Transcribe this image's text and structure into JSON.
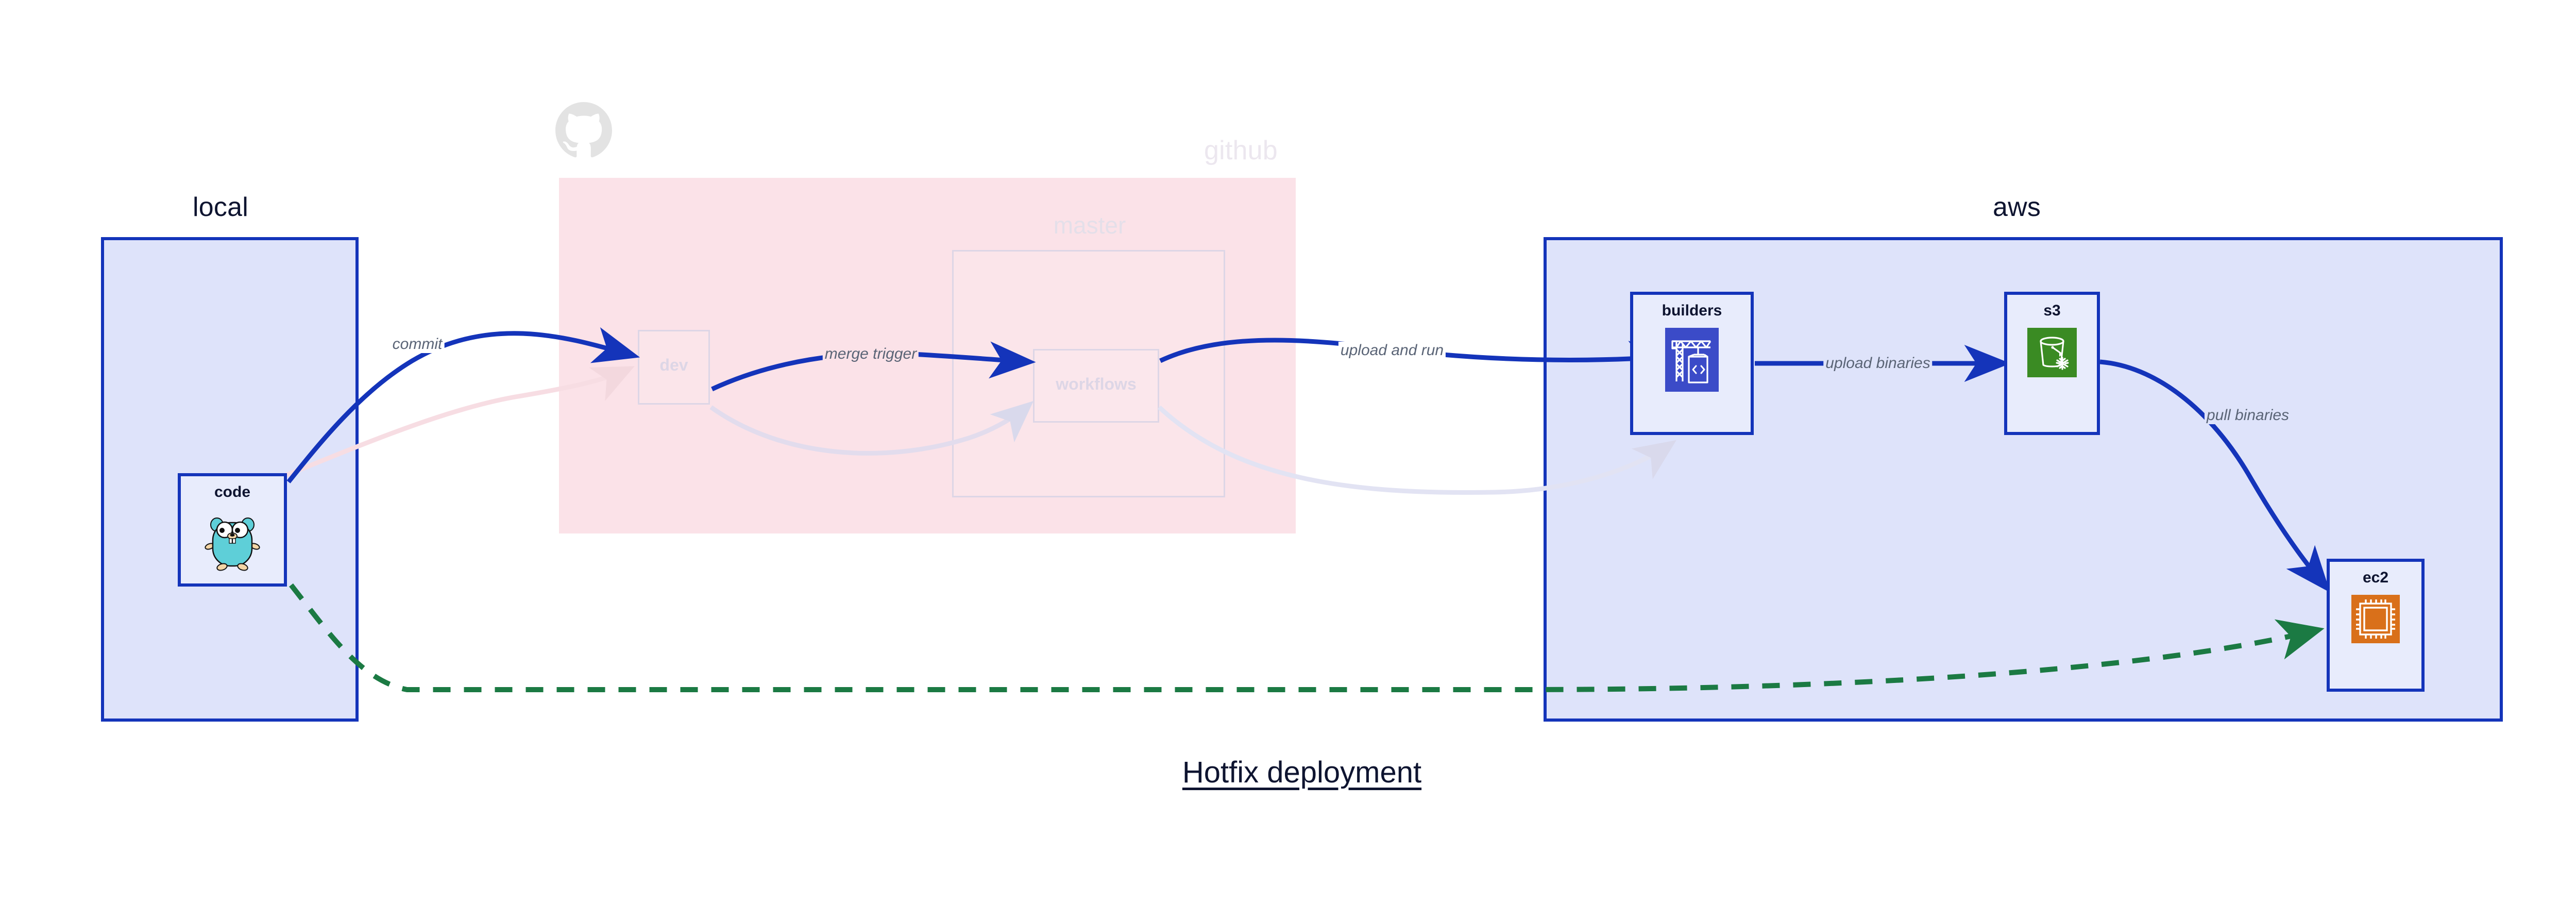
{
  "diagram": {
    "caption": "Hotfix deployment",
    "accent_blue": "#1434ba",
    "group_fill_blue": "#dee3fa",
    "group_fill_pink": "#fbe2e8",
    "node_fill": "#e8ecfc",
    "ghost_color": "#ddd6e6",
    "label_color": "#5a6476",
    "title_color": "#0e1430",
    "dashed_green": "#1b7a43"
  },
  "groups": [
    {
      "id": "local",
      "title": "local",
      "faded": false
    },
    {
      "id": "github",
      "title": "github",
      "faded": true
    },
    {
      "id": "aws",
      "title": "aws",
      "faded": false
    }
  ],
  "github_inner": {
    "master_label": "master",
    "dev_label": "dev",
    "workflows_label": "workflows"
  },
  "nodes": [
    {
      "id": "code",
      "label": "code",
      "icon": "go-gopher-icon",
      "group": "local"
    },
    {
      "id": "builders",
      "label": "builders",
      "icon": "aws-codebuild-icon",
      "group": "aws"
    },
    {
      "id": "s3",
      "label": "s3",
      "icon": "aws-s3-glacier-icon",
      "group": "aws"
    },
    {
      "id": "ec2",
      "label": "ec2",
      "icon": "aws-ec2-chip-icon",
      "group": "aws"
    }
  ],
  "edges": [
    {
      "id": "commit",
      "label": "commit",
      "from": "code",
      "to": "dev",
      "style": "solid-blue"
    },
    {
      "id": "merge-trigger",
      "label": "merge trigger",
      "from": "dev",
      "to": "workflows",
      "style": "solid-blue"
    },
    {
      "id": "upload-and-run",
      "label": "upload and run",
      "from": "workflows",
      "to": "builders",
      "style": "solid-blue"
    },
    {
      "id": "upload-binaries",
      "label": "upload binaries",
      "from": "builders",
      "to": "s3",
      "style": "solid-blue"
    },
    {
      "id": "pull-binaries",
      "label": "pull binaries",
      "from": "s3",
      "to": "ec2",
      "style": "solid-blue"
    },
    {
      "id": "hotfix-direct",
      "label": "",
      "from": "code",
      "to": "ec2",
      "style": "dashed-green"
    }
  ],
  "icons": {
    "github_logo": "github-octocat-icon"
  }
}
